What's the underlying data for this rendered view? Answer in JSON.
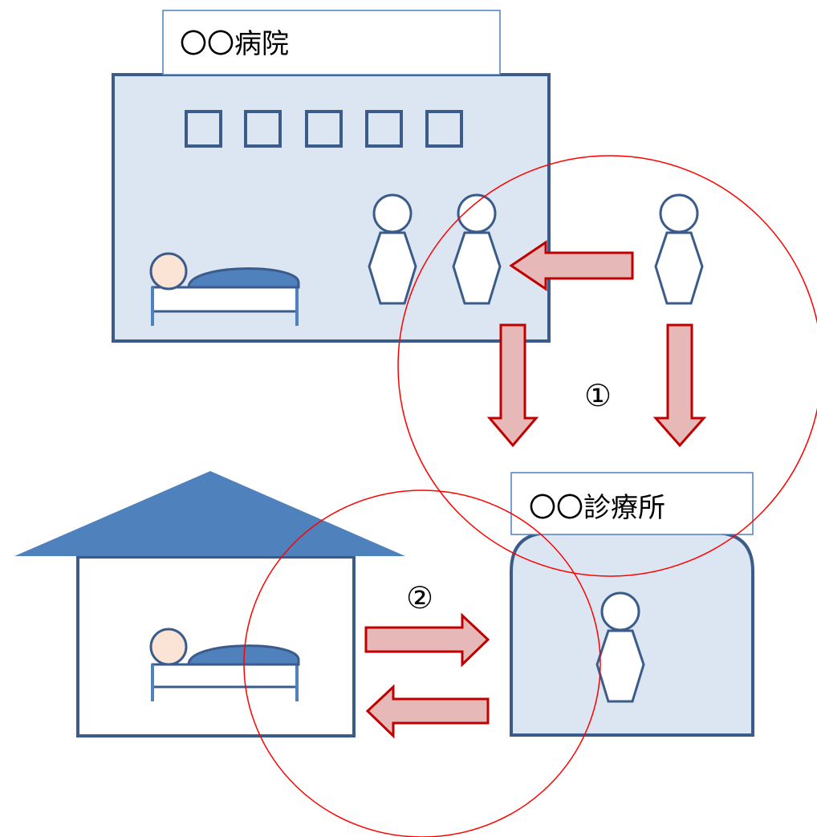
{
  "hospital": {
    "label": "〇〇病院"
  },
  "clinic": {
    "label": "〇〇診療所"
  },
  "markers": {
    "one": "①",
    "two": "②"
  },
  "colors": {
    "building_fill": "#dce6f2",
    "building_stroke": "#3b5b8a",
    "bed_blanket": "#4f81bd",
    "patient_head": "#fbe4d5",
    "arrow_fill": "#e6b9b8",
    "arrow_stroke": "#c00000",
    "circle_stroke": "#ff0000",
    "roof": "#4f81bd",
    "label_border": "#4f81bd"
  }
}
